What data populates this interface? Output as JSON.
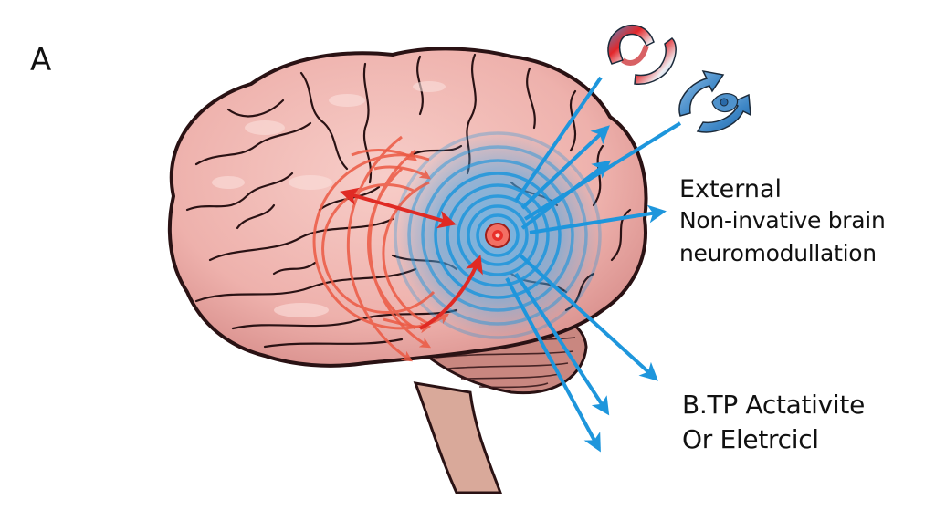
{
  "figure": {
    "panel_label": "A",
    "subject": "brain lateral view with neuromodulation target",
    "labels": {
      "external": {
        "line1": "External",
        "line2": "Non-invative brain",
        "line3": "neuromodullation"
      },
      "bottom": {
        "line1": "B.TP Actativite",
        "line2": "Or Eletrcicl"
      }
    },
    "icons": [
      "magnet-coil-red-blue-icon",
      "magnet-coil-blue-arrows-icon"
    ],
    "colors": {
      "brain_fill": "#f0b8b4",
      "brain_outline": "#2a1214",
      "cerebellum_fill": "#c98780",
      "stem_fill": "#d9a99a",
      "red_wave": "#e8432e",
      "blue_wave": "#1e96dc",
      "target_core": "#e8302a"
    }
  }
}
